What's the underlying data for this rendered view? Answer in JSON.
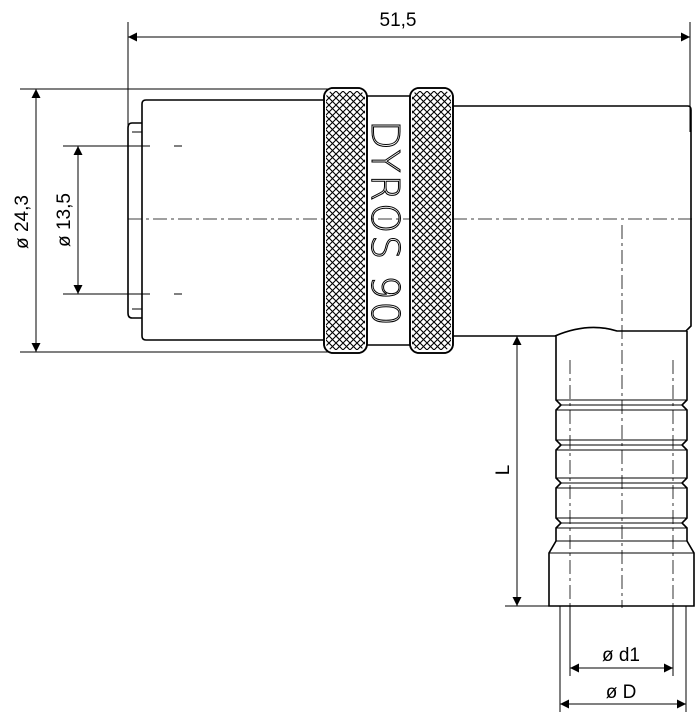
{
  "drawing": {
    "brand_engraving": "DYROS 90",
    "dimensions": {
      "overall_length": "51,5",
      "outer_diameter": "ø 24,3",
      "bore_diameter": "ø 13,5",
      "hose_length": "L",
      "hose_inner_diameter": "ø d1",
      "hose_outer_diameter": "ø D"
    }
  }
}
